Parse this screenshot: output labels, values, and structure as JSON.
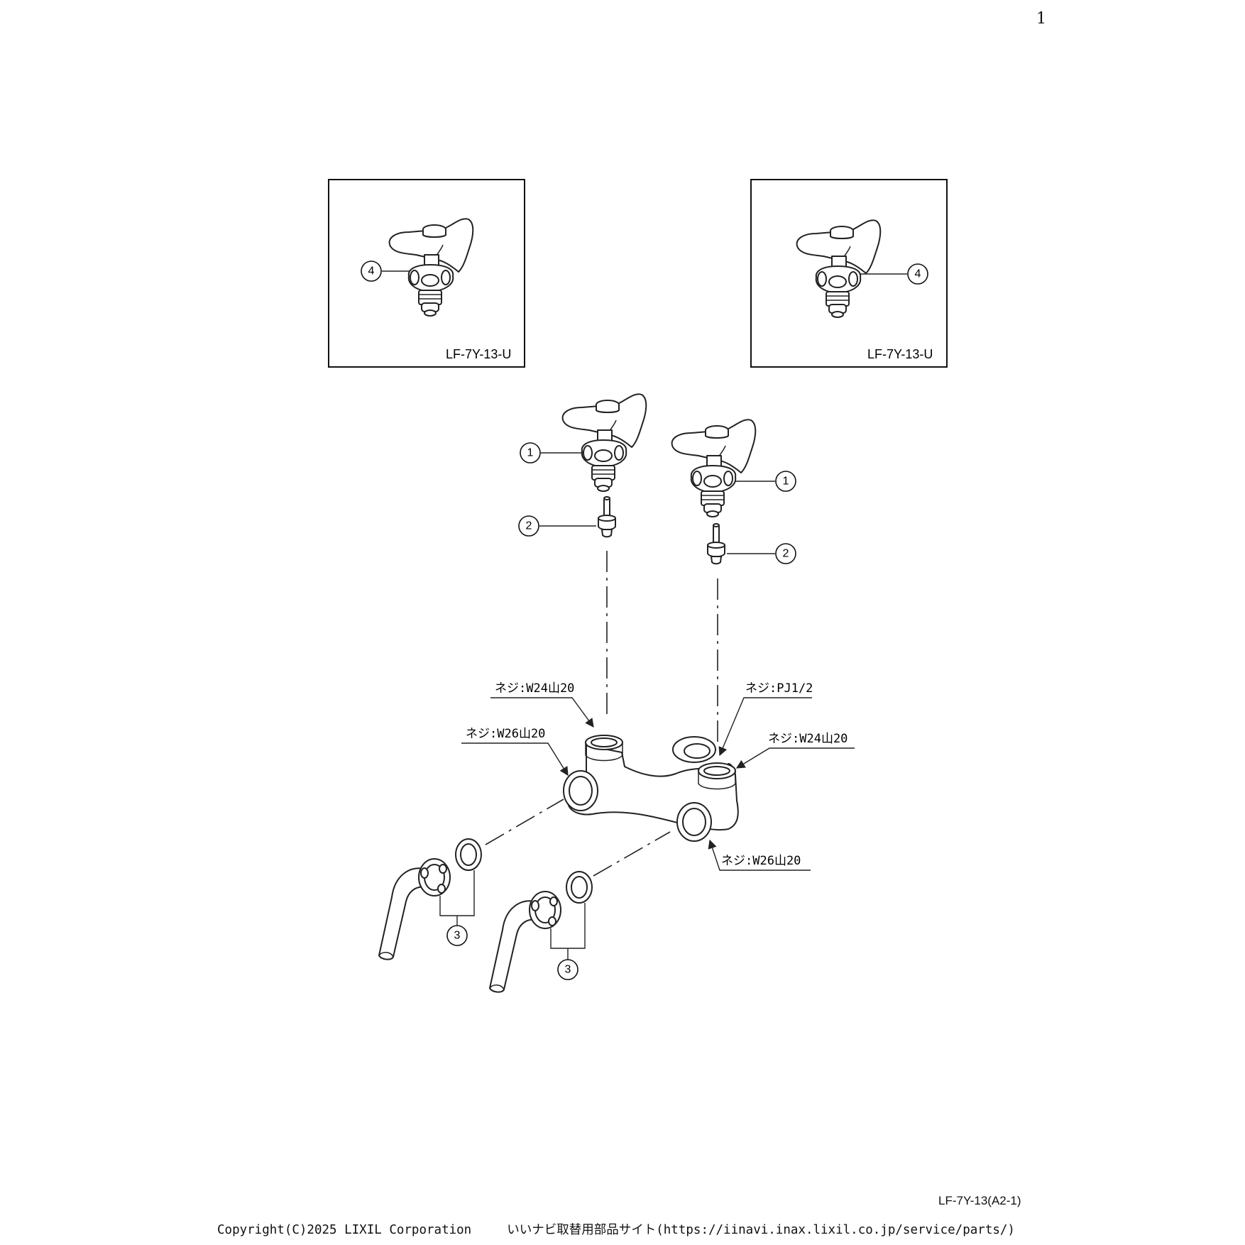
{
  "page_number": "1",
  "doc_code": "LF-7Y-13(A2-1)",
  "footer": {
    "copyright": "Copyright(C)2025 LIXIL Corporation",
    "site": "いいナビ取替用部品サイト(https://iinavi.inax.lixil.co.jp/service/parts/)"
  },
  "insets": {
    "left": {
      "model": "LF-7Y-13-U",
      "callout": "4"
    },
    "right": {
      "model": "LF-7Y-13-U",
      "callout": "4"
    }
  },
  "callouts": {
    "handle_left": "1",
    "handle_right": "1",
    "spindle_left": "2",
    "spindle_right": "2",
    "spout_left": "3",
    "spout_right": "3"
  },
  "thread_labels": {
    "top_left": "ネジ:W24山20",
    "mid_left": "ネジ:W26山20",
    "top_right_pj": "ネジ:PJ1/2",
    "mid_right": "ネジ:W24山20",
    "bottom_right": "ネジ:W26山20"
  }
}
